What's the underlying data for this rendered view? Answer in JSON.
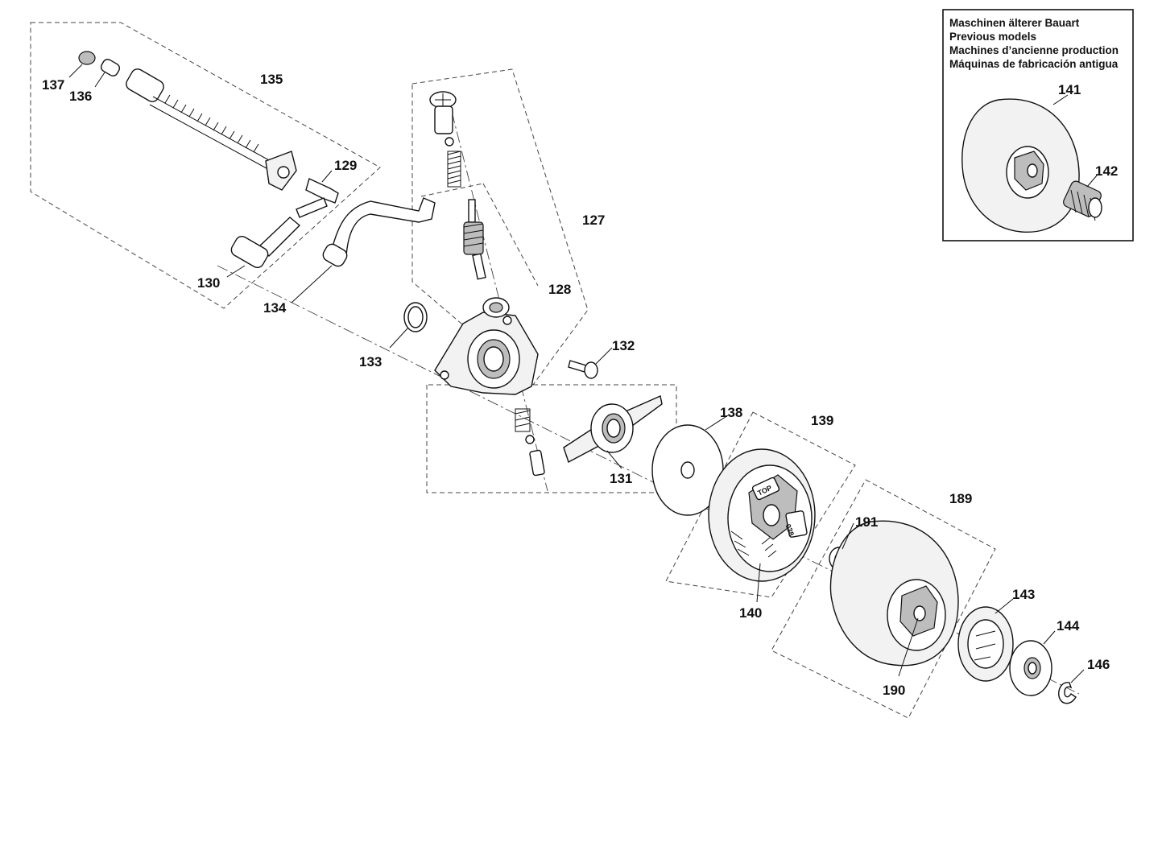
{
  "inset": {
    "lines": [
      "Maschinen älterer Bauart",
      "Previous models",
      "Machines d’ancienne production",
      "Máquinas de fabricación antigua"
    ]
  },
  "callouts": {
    "c127": "127",
    "c128": "128",
    "c129": "129",
    "c130": "130",
    "c131": "131",
    "c132": "132",
    "c133": "133",
    "c134": "134",
    "c135": "135",
    "c136": "136",
    "c137": "137",
    "c138": "138",
    "c139": "139",
    "c140": "140",
    "c141": "141",
    "c142": "142",
    "c143": "143",
    "c144": "144",
    "c146": "146",
    "c189": "189",
    "c190": "190",
    "c191": "191"
  },
  "part_marks": {
    "shoe_top": "TOP",
    "shoe_num": "038"
  }
}
